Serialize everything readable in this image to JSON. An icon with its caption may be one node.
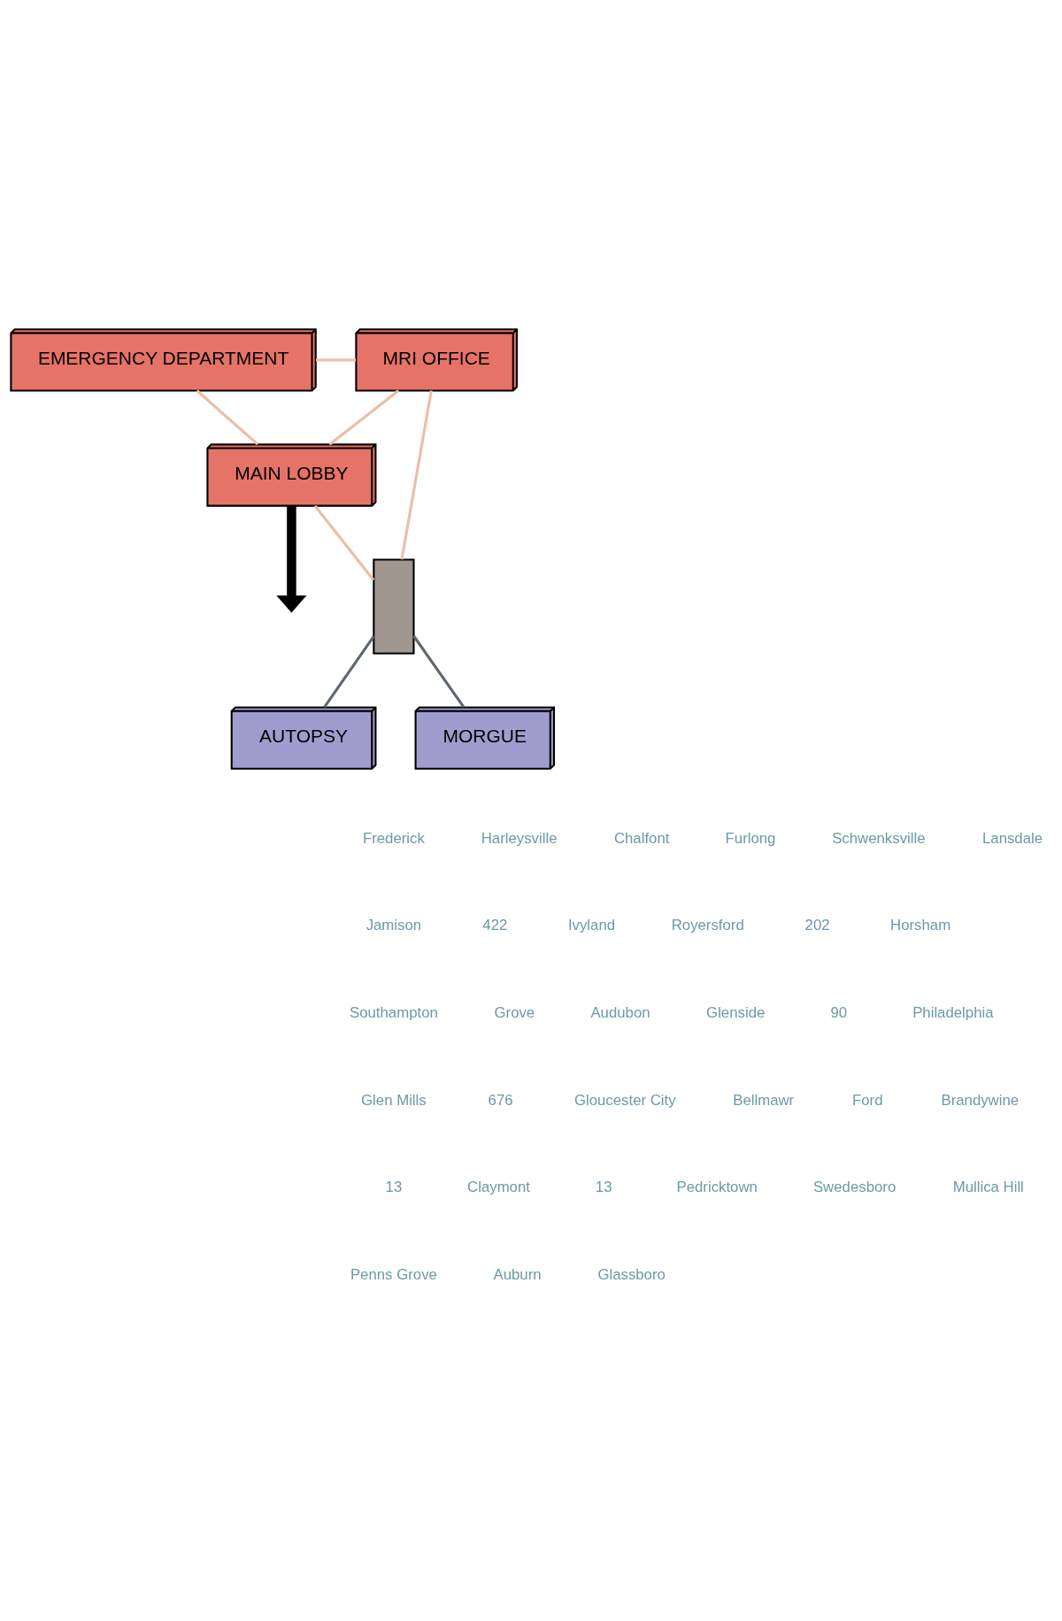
{
  "diagram": {
    "nodes": [
      {
        "text": [
          "EMERGENCY DEPARTMENT"
        ]
      },
      {
        "text": [
          "MRI OFFICE"
        ]
      },
      {
        "text": [
          "MAIN LOBBY"
        ]
      },
      {
        "text": [],
        "shape": "box"
      },
      {
        "text": [
          "AUTOPSY"
        ]
      },
      {
        "text": [
          "MORGUE"
        ]
      }
    ],
    "edges": [
      {
        "from": 0,
        "to": 1,
        "arrow": "none"
      },
      {
        "from": 0,
        "to": 2,
        "arrow": "none"
      },
      {
        "from": 1,
        "to": 2,
        "arrow": "none"
      },
      {
        "from": 1,
        "to": 3,
        "arrow": "none"
      },
      {
        "from": 2,
        "to": 3,
        "arrow": "none"
      },
      {
        "from": 3,
        "to": 4,
        "arrow": "none",
        "color": "#5f6870"
      },
      {
        "from": 3,
        "to": 5,
        "arrow": "none",
        "color": "#5f6870"
      },
      {
        "from": 2,
        "to": null,
        "arrow": "to",
        "color": "#000000",
        "style": "thick"
      }
    ],
    "labels": [
      "Frederick",
      "Harleysville",
      "Chalfont",
      "Furlong",
      "Schwenksville",
      "Lansdale",
      "Jamison",
      "422",
      "Ivyland",
      "Royersford",
      "202",
      "Horsham",
      "Southampton",
      "Grove",
      "Audubon",
      "Glenside",
      "90",
      "Philadelphia",
      "Glen Mills",
      "676",
      "Gloucester City",
      "Bellmawr",
      "Ford",
      "Brandywine",
      "13",
      "Claymont",
      "13",
      "Pedricktown",
      "Swedesboro",
      "Mullica Hill",
      "Penns Grove",
      "Auburn",
      "Glassboro"
    ]
  }
}
